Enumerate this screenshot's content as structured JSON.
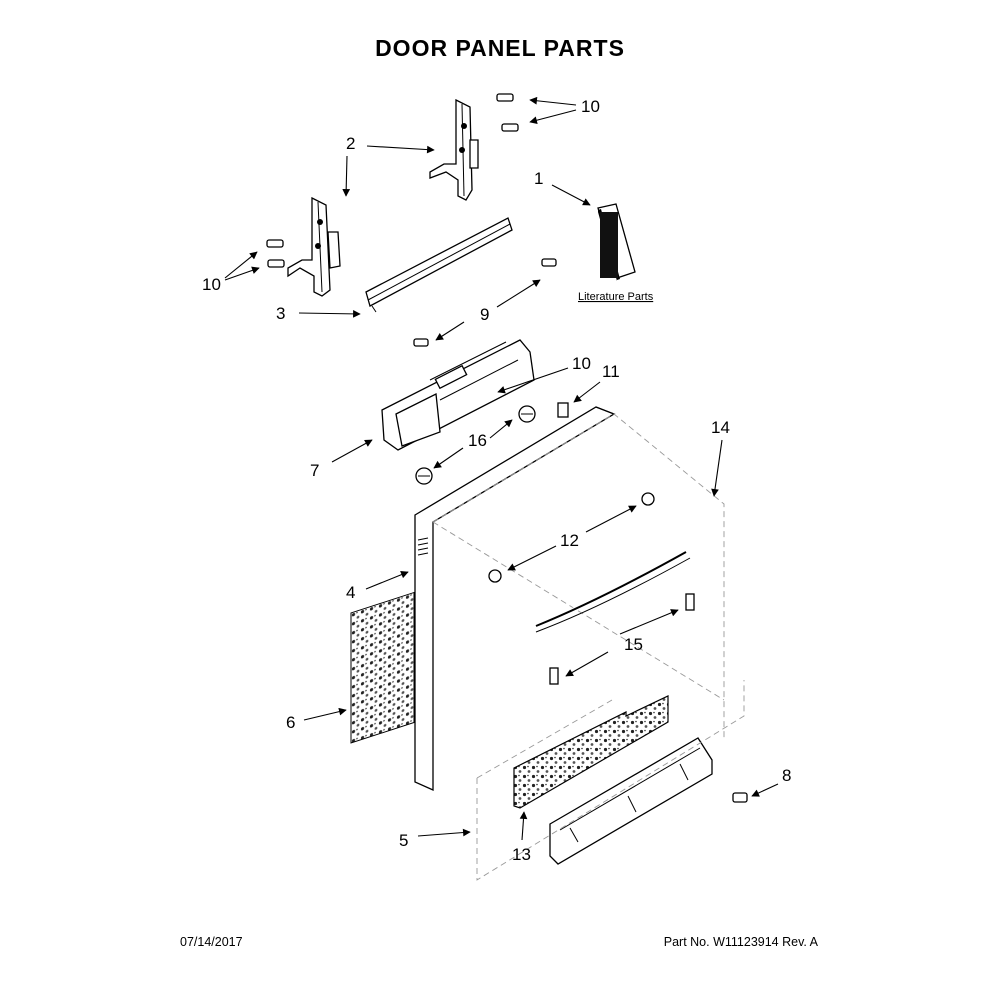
{
  "title": "DOOR PANEL PARTS",
  "callouts": {
    "c1": "1",
    "c2": "2",
    "c3": "3",
    "c4": "4",
    "c5": "5",
    "c6": "6",
    "c7": "7",
    "c8": "8",
    "c9": "9",
    "c10a": "10",
    "c10b": "10",
    "c10c": "10",
    "c11": "11",
    "c12": "12",
    "c13": "13",
    "c14": "14",
    "c15": "15",
    "c16": "16"
  },
  "literature_label": "Literature Parts",
  "footer": {
    "date": "07/14/2017",
    "part_no": "Part No.  W11123914  Rev.  A"
  }
}
